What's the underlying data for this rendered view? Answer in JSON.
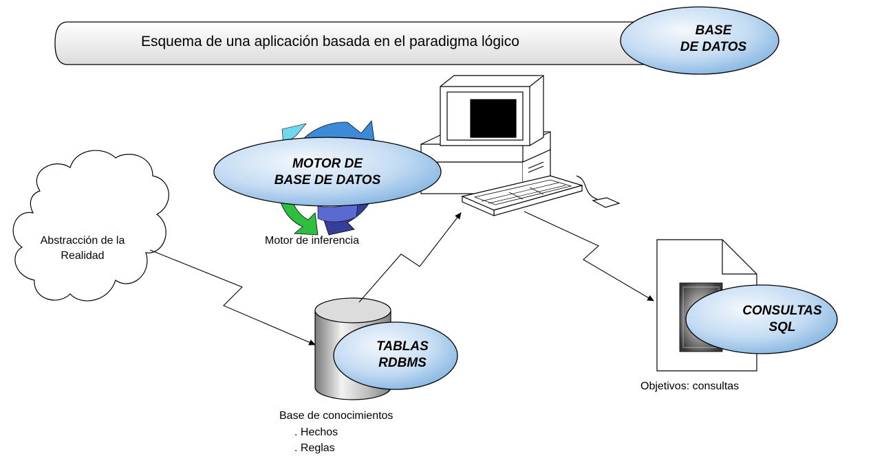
{
  "title": "Esquema de una aplicación basada en el paradigma lógico",
  "ovals": {
    "base_datos": {
      "line1": "BASE",
      "line2": "DE DATOS"
    },
    "motor": {
      "line1": "MOTOR DE",
      "line2": "BASE DE DATOS"
    },
    "tablas": {
      "line1": "TABLAS",
      "line2": "RDBMS"
    },
    "consultas": {
      "line1": "CONSULTAS",
      "line2": "SQL"
    }
  },
  "cloud": {
    "line1": "Abstracción de la",
    "line2": "Realidad"
  },
  "motor_caption": "Motor de inferencia",
  "knowledge_base": {
    "caption": "Base de conocimientos",
    "items": [
      ". Hechos",
      ". Reglas"
    ]
  },
  "objectives_caption": "Objetivos: consultas",
  "colors": {
    "oval_fill_light": "#eaf2fb",
    "oval_fill_dark": "#7aaede",
    "cycle_blue": "#3d8bd8",
    "cycle_green": "#2fbf3f",
    "cycle_purple": "#343f9a",
    "cycle_cyan": "#6fd8f0"
  }
}
